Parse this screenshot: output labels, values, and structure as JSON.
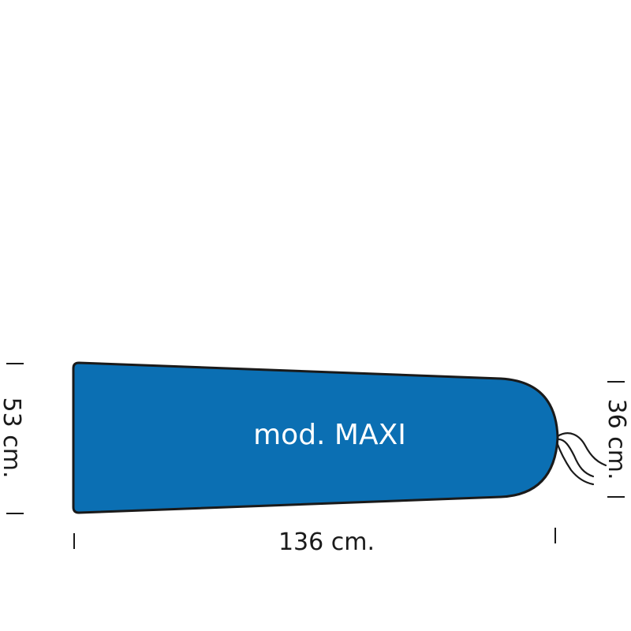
{
  "model_label": "mod. MAXI",
  "dimensions": {
    "length": "136 cm.",
    "wide_end": "53 cm.",
    "narrow_end": "36 cm."
  },
  "colors": {
    "cover_fill": "#0b6fb3",
    "outline": "#1a1a1a"
  }
}
